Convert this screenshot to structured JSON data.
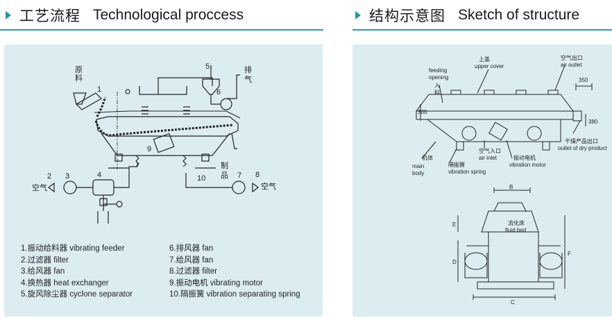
{
  "left_section": {
    "title_zh": "工艺流程",
    "title_en": "Technological proccess"
  },
  "right_section": {
    "title_zh": "结构示意图",
    "title_en": "Sketch of structure"
  },
  "process": {
    "raw_material": "原料",
    "exhaust": "排气",
    "air_left": "空气",
    "air_right": "空气",
    "product": "制品",
    "nums": [
      "1",
      "2",
      "3",
      "4",
      "5",
      "6",
      "7",
      "8",
      "9",
      "10"
    ]
  },
  "legend": {
    "left": [
      "1.振动给料器  vibrating feeder",
      "2.过滤器  filter",
      "3.给风器  fan",
      "4.换热器  heat exchanger",
      "5.旋风除尘器  cyclone separator"
    ],
    "right": [
      "6.排风器  fan",
      "7.给风器  fan",
      "8.过滤器  filter",
      "9.振动电机  vibrating motor",
      "10.隔振簧  vibration separating spring"
    ]
  },
  "structure": {
    "upper_cover_zh": "上盖",
    "upper_cover_en": "upper cover",
    "air_outlet_zh": "空气出口",
    "air_outlet_en": "air outlet",
    "feeding_en1": "feeding",
    "feeding_en2": "opening",
    "feeding_zh1": "入",
    "feeding_zh2": "料",
    "dim_350": "350",
    "dim_300": "300",
    "dim_380": "380",
    "dry_outlet_zh": "干燥产品出口",
    "dry_outlet_en": "outlet of dry product",
    "main_body_zh": "机体",
    "main_body_en1": "main",
    "main_body_en2": "body",
    "spring_zh": "隔振簧",
    "spring_en": "vibration spring",
    "air_inlet_zh": "空气入口",
    "air_inlet_en": "air inlet",
    "motor_zh": "振动电机",
    "motor_en": "vibration motor",
    "fluid_bed_zh": "流化床",
    "fluid_bed_en": "fluid bed",
    "dim_B": "B",
    "dim_E": "E",
    "dim_D": "D",
    "dim_F": "F",
    "dim_C": "C"
  },
  "colors": {
    "accent": "#1a9a9a",
    "panel": "#dcedf2",
    "line": "#222222"
  }
}
